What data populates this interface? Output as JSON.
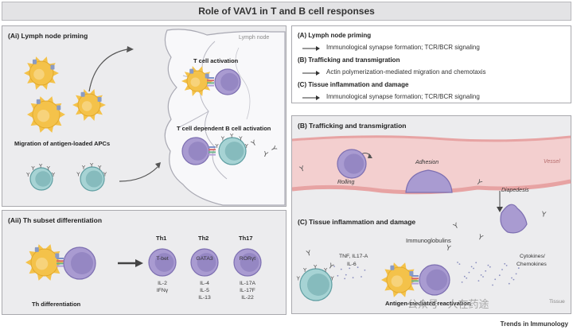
{
  "title": "Role of VAV1 in T and B cell responses",
  "left_top": {
    "heading": "(Ai) Lymph node priming",
    "lymph_node_label": "Lymph node",
    "t_cell_activation": "T cell activation",
    "tb_activation": "T cell dependent B cell activation",
    "migration_label": "Migration of antigen-loaded APCs"
  },
  "left_bottom": {
    "heading": "(Aii) Th subset differentiation",
    "th_diff_label": "Th differentiation",
    "subsets": [
      {
        "name": "Th1",
        "factor": "T-bet",
        "cytokines": [
          "IL-2",
          "IFNγ"
        ]
      },
      {
        "name": "Th2",
        "factor": "GATA3",
        "cytokines": [
          "IL-4",
          "IL-5",
          "IL-13"
        ]
      },
      {
        "name": "Th17",
        "factor": "RORγt",
        "cytokines": [
          "IL-17A",
          "IL-17F",
          "IL-22"
        ]
      }
    ]
  },
  "summary": {
    "items": [
      {
        "heading": "(A) Lymph node priming",
        "detail": "Immunological synapse formation; TCR/BCR signaling"
      },
      {
        "heading": "(B) Trafficking and transmigration",
        "detail": "Actin polymerization-mediated migration and chemotaxis"
      },
      {
        "heading": "(C) Tissue inflammation and damage",
        "detail": "Immunological synapse formation; TCR/BCR signaling"
      }
    ]
  },
  "right_bottom": {
    "heading_b": "(B) Trafficking and transmigration",
    "vessel_label": "Vessel",
    "rolling": "Rolling",
    "adhesion": "Adhesion",
    "diapedesis": "Diapedesis",
    "heading_c": "(C) Tissue inflammation and damage",
    "immunoglobulins": "Immunoglobulins",
    "tnf_label": "TNF, IL17-A",
    "il6_label": "IL-6",
    "cytokines_label": "Cytokines/",
    "chemokines_label": "Chemokines",
    "reactivation": "Antigen-mediated reactivation",
    "tissue": "Tissue"
  },
  "watermark": "公众号 · 人在药途",
  "footer": "Trends in Immunology",
  "colors": {
    "apc": "#f4c24a",
    "apc_dark": "#e2a92c",
    "t_cell": "#a99bd1",
    "t_cell_dark": "#7d6fb1",
    "b_cell": "#a6d3d4",
    "b_cell_dark": "#5f9ea2",
    "vessel": "#f2c9c9",
    "vessel_band": "#e79b9b"
  }
}
